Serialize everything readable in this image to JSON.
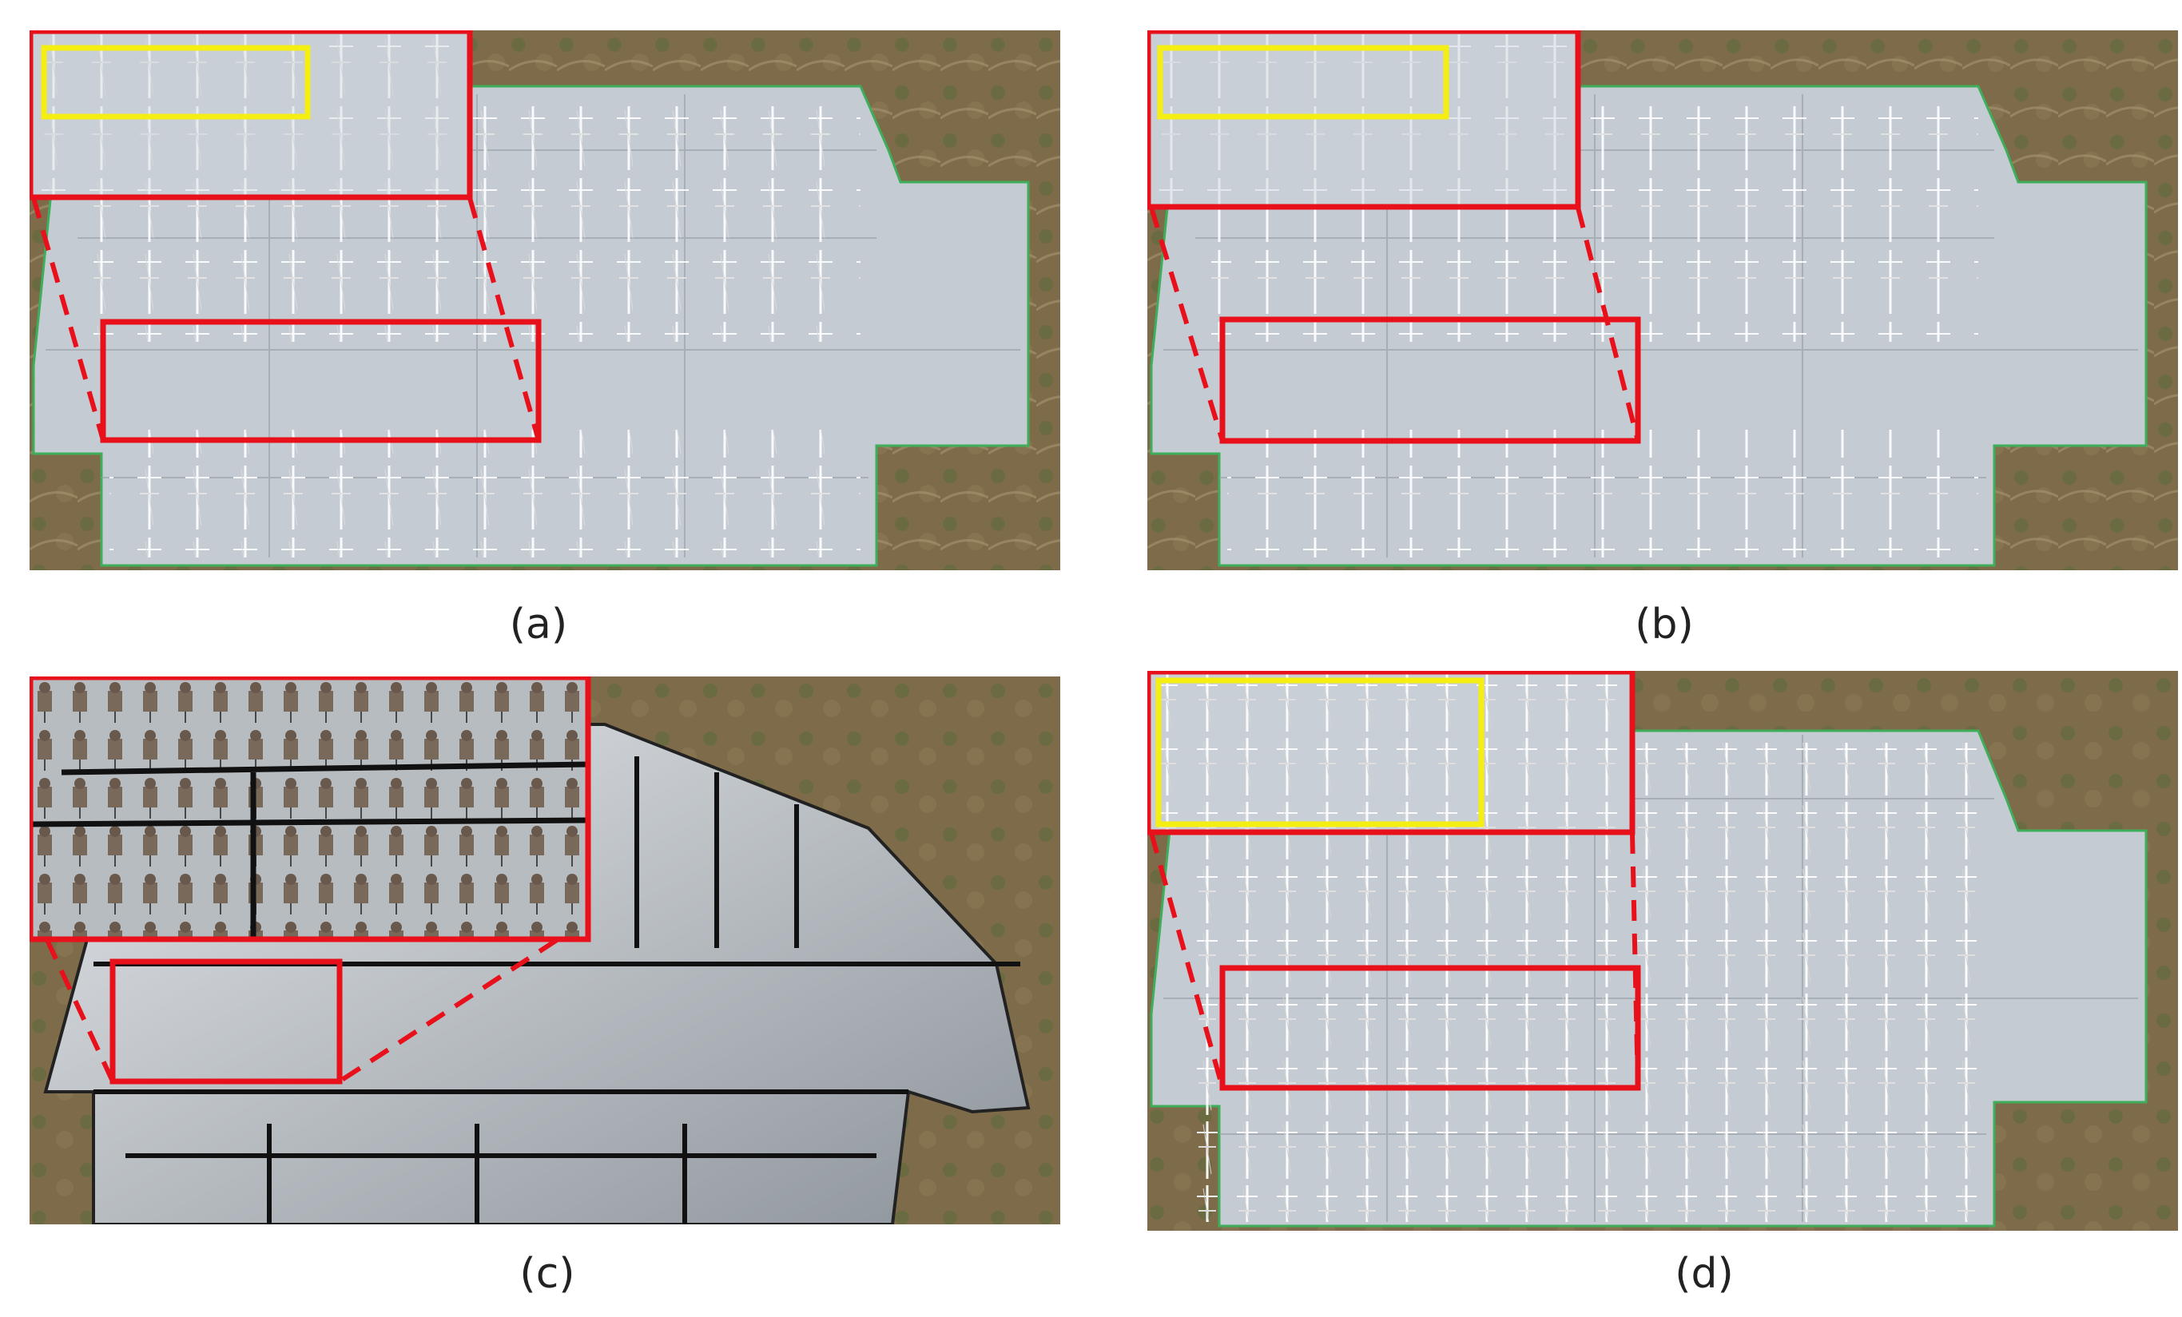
{
  "figure": {
    "panels": [
      {
        "id": "a",
        "caption": "(a)",
        "style": "light-gray"
      },
      {
        "id": "b",
        "caption": "(b)",
        "style": "light-gray"
      },
      {
        "id": "c",
        "caption": "(c)",
        "style": "shaded-dark"
      },
      {
        "id": "d",
        "caption": "(d)",
        "style": "light-gray"
      }
    ],
    "colors": {
      "highlight_box": "#e8101a",
      "inner_box": "#f5ee12",
      "terrain": "#7a6a48",
      "substation_floor": "#c5ccd4",
      "boundary": "#3fae5a"
    }
  }
}
